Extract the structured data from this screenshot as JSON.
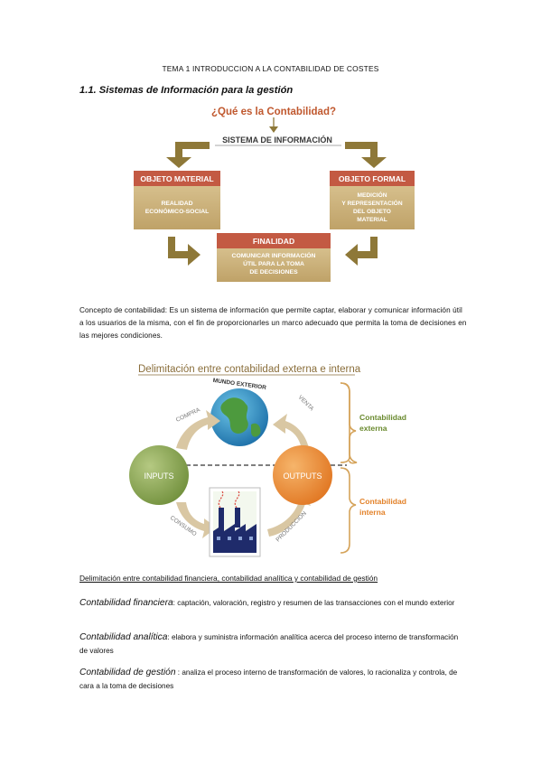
{
  "header": {
    "title": "TEMA 1 INTRODUCCION A LA CONTABILIDAD DE COSTES"
  },
  "section": {
    "heading": "1.1. Sistemas de Información para la gestión"
  },
  "diagram1": {
    "question": "¿Qué es la Contabilidad?",
    "system": "SISTEMA DE INFORMACIÓN",
    "objeto_material": {
      "title": "OBJETO MATERIAL",
      "lines": [
        "REALIDAD",
        "ECONÓMICO-SOCIAL"
      ]
    },
    "objeto_formal": {
      "title": "OBJETO FORMAL",
      "lines": [
        "MEDICIÓN",
        "Y REPRESENTACIÓN",
        "DEL OBJETO",
        "MATERIAL"
      ]
    },
    "finalidad": {
      "title": "FINALIDAD",
      "lines": [
        "COMUNICAR INFORMACIÓN",
        "ÚTIL PARA LA TOMA",
        "DE DECISIONES"
      ]
    },
    "colors": {
      "header_red": "#c35a43",
      "box_tan": "#c8ad76",
      "arrow_olive": "#8e7838",
      "title_red": "#c0582e"
    }
  },
  "concept": {
    "text": "Concepto de contabilidad: Es un sistema de información que permite captar, elaborar y comunicar información útil a los usuarios de la misma, con el fin de proporcionarles un marco adecuado que permita la toma de decisiones en las mejores condiciones."
  },
  "diagram2": {
    "title": "Delimitación entre contabilidad externa e interna",
    "globe_label": "MUNDO EXTERIOR",
    "inputs": "INPUTS",
    "outputs": "OUTPUTS",
    "compra": "COMPRA",
    "venta": "VENTA",
    "consumo": "CONSUMO",
    "produccion": "PRODUCCION",
    "externa": [
      "Contabilidad",
      "externa"
    ],
    "interna": [
      "Contabilidad",
      "interna"
    ],
    "colors": {
      "green": "#7a9a43",
      "orange": "#e37f26",
      "arrow_tan": "#d9c7a3"
    }
  },
  "delimitation": {
    "heading": "Delimitación entre contabilidad financiera, contabilidad analítica y contabilidad de gestión"
  },
  "definitions": [
    {
      "term": "Contabilidad financiera",
      "sep": ": ",
      "text": "captación, valoración, registro y resumen de las transacciones con el mundo exterior"
    },
    {
      "term": "Contabilidad analítica",
      "sep": ": ",
      "text": "elabora y suministra información analítica acerca del proceso interno de transformación de valores"
    },
    {
      "term": "Contabilidad de gestión",
      "sep": " : ",
      "text": "analiza el proceso interno de transformación de valores, lo racionaliza y controla, de cara a la toma de decisiones"
    }
  ]
}
